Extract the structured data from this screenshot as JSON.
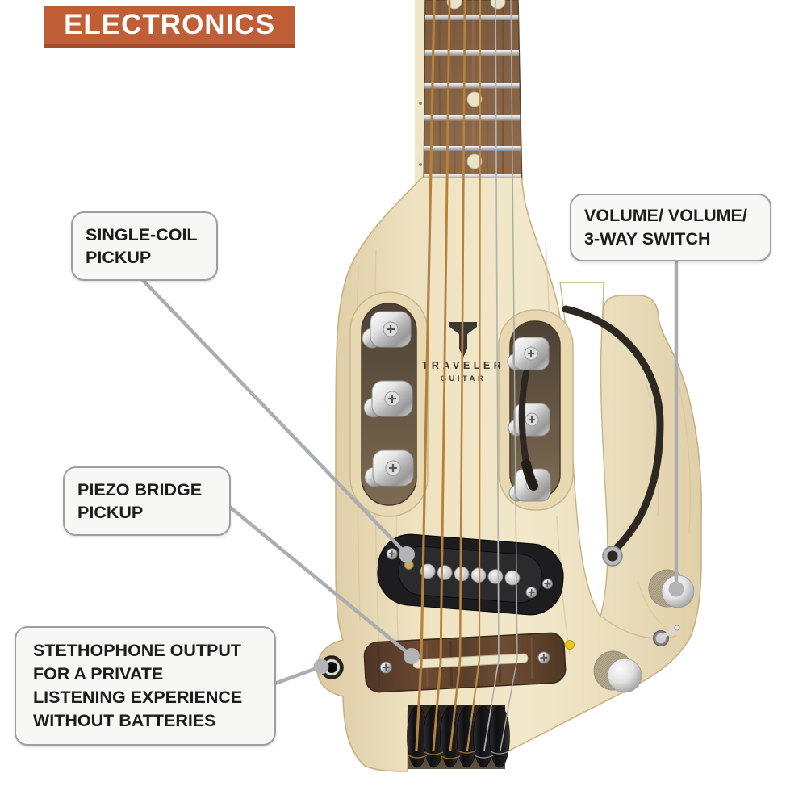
{
  "banner": {
    "label": "ELECTRONICS"
  },
  "logo": {
    "brand": "TRAVELER",
    "sub": "GUITAR"
  },
  "callouts": [
    {
      "id": "single-coil-pickup",
      "lines": [
        "SINGLE-COIL",
        "PICKUP"
      ]
    },
    {
      "id": "volume-volume-3way-switch",
      "lines": [
        "VOLUME/ VOLUME/",
        "3-WAY SWITCH"
      ]
    },
    {
      "id": "piezo-bridge-pickup",
      "lines": [
        "PIEZO BRIDGE",
        "PICKUP"
      ]
    },
    {
      "id": "stethophone-output",
      "lines": [
        "STETHOPHONE OUTPUT",
        "FOR A PRIVATE",
        "LISTENING EXPERIENCE",
        "WITHOUT BATTERIES"
      ]
    }
  ],
  "colors": {
    "banner_bg": "#c05e38",
    "banner_text": "#ffffff",
    "label_bg": "#f7f7f6",
    "label_border": "#9e9e9e",
    "label_text": "#1c1c1a",
    "callout_line": "#abadaf",
    "body_wood": "#eee2c0",
    "fretboard_wood": "#8a6243",
    "bridge_wood": "#5d4030",
    "pickup_black": "#1d1d1f",
    "cable_black": "#2e2823",
    "chrome": "#d8d8d8",
    "string_bronze": "#b5813f",
    "marker_yellow": "#e8c81c"
  }
}
